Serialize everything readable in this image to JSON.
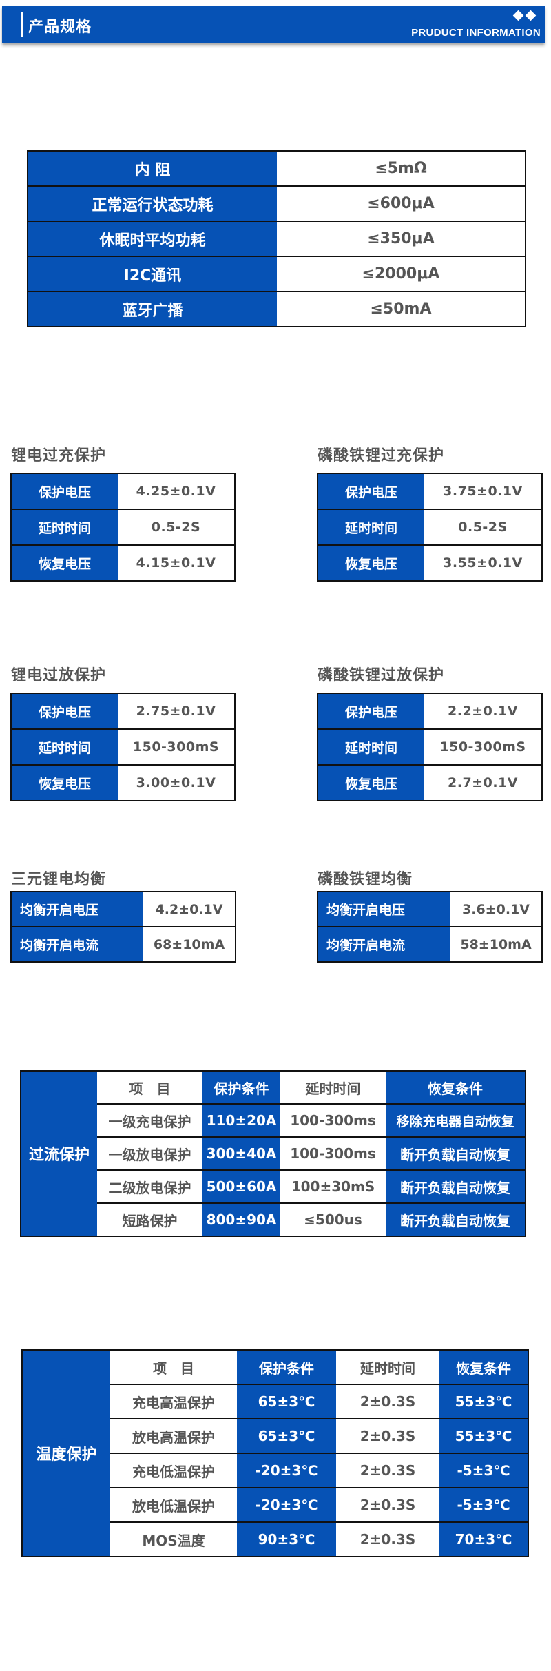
{
  "header": {
    "title": "产品规格",
    "subtitle": "PRUDUCT INFORMATION",
    "decor_icon": "double-diamond-icon"
  },
  "colors": {
    "brand_blue": "#0652b5",
    "text_gray": "#555555",
    "border": "#111111"
  },
  "spec_table": {
    "rows": [
      {
        "label": "内 阻",
        "value": "≤5mΩ"
      },
      {
        "label": "正常运行状态功耗",
        "value": "≤600μA"
      },
      {
        "label": "休眠时平均功耗",
        "value": "≤350μA"
      },
      {
        "label": "I2C通讯",
        "value": "≤2000μA"
      },
      {
        "label": "蓝牙广播",
        "value": "≤50mA"
      }
    ]
  },
  "li_overcharge": {
    "title": "锂电过充保护",
    "rows": [
      {
        "label": "保护电压",
        "value": "4.25±0.1V"
      },
      {
        "label": "延时时间",
        "value": "0.5-2S"
      },
      {
        "label": "恢复电压",
        "value": "4.15±0.1V"
      }
    ]
  },
  "lfp_overcharge": {
    "title": "磷酸铁锂过充保护",
    "rows": [
      {
        "label": "保护电压",
        "value": "3.75±0.1V"
      },
      {
        "label": "延时时间",
        "value": "0.5-2S"
      },
      {
        "label": "恢复电压",
        "value": "3.55±0.1V"
      }
    ]
  },
  "li_overdischarge": {
    "title": "锂电过放保护",
    "rows": [
      {
        "label": "保护电压",
        "value": "2.75±0.1V"
      },
      {
        "label": "延时时间",
        "value": "150-300mS"
      },
      {
        "label": "恢复电压",
        "value": "3.00±0.1V"
      }
    ]
  },
  "lfp_overdischarge": {
    "title": "磷酸铁锂过放保护",
    "rows": [
      {
        "label": "保护电压",
        "value": "2.2±0.1V"
      },
      {
        "label": "延时时间",
        "value": "150-300mS"
      },
      {
        "label": "恢复电压",
        "value": "2.7±0.1V"
      }
    ]
  },
  "ternary_balance": {
    "title": "三元锂电均衡",
    "rows": [
      {
        "label": "均衡开启电压",
        "value": "4.2±0.1V"
      },
      {
        "label": "均衡开启电流",
        "value": "68±10mA"
      }
    ]
  },
  "lfp_balance": {
    "title": "磷酸铁锂均衡",
    "rows": [
      {
        "label": "均衡开启电压",
        "value": "3.6±0.1V"
      },
      {
        "label": "均衡开启电流",
        "value": "58±10mA"
      }
    ]
  },
  "overcurrent": {
    "side_label": "过流保护",
    "headers": [
      "项　目",
      "保护条件",
      "延时时间",
      "恢复条件"
    ],
    "rows": [
      {
        "item": "一级充电保护",
        "condition": "110±20A",
        "delay": "100-300ms",
        "recovery": "移除充电器自动恢复"
      },
      {
        "item": "一级放电保护",
        "condition": "300±40A",
        "delay": "100-300ms",
        "recovery": "断开负载自动恢复"
      },
      {
        "item": "二级放电保护",
        "condition": "500±60A",
        "delay": "100±30mS",
        "recovery": "断开负载自动恢复"
      },
      {
        "item": "短路保护",
        "condition": "800±90A",
        "delay": "≤500us",
        "recovery": "断开负载自动恢复"
      }
    ]
  },
  "temperature": {
    "side_label": "温度保护",
    "headers": [
      "项　目",
      "保护条件",
      "延时时间",
      "恢复条件"
    ],
    "rows": [
      {
        "item": "充电高温保护",
        "condition": "65±3℃",
        "delay": "2±0.3S",
        "recovery": "55±3℃"
      },
      {
        "item": "放电高温保护",
        "condition": "65±3℃",
        "delay": "2±0.3S",
        "recovery": "55±3℃"
      },
      {
        "item": "充电低温保护",
        "condition": "-20±3℃",
        "delay": "2±0.3S",
        "recovery": "-5±3℃"
      },
      {
        "item": "放电低温保护",
        "condition": "-20±3℃",
        "delay": "2±0.3S",
        "recovery": "-5±3℃"
      },
      {
        "item": "MOS温度",
        "condition": "90±3℃",
        "delay": "2±0.3S",
        "recovery": "70±3℃"
      }
    ]
  }
}
